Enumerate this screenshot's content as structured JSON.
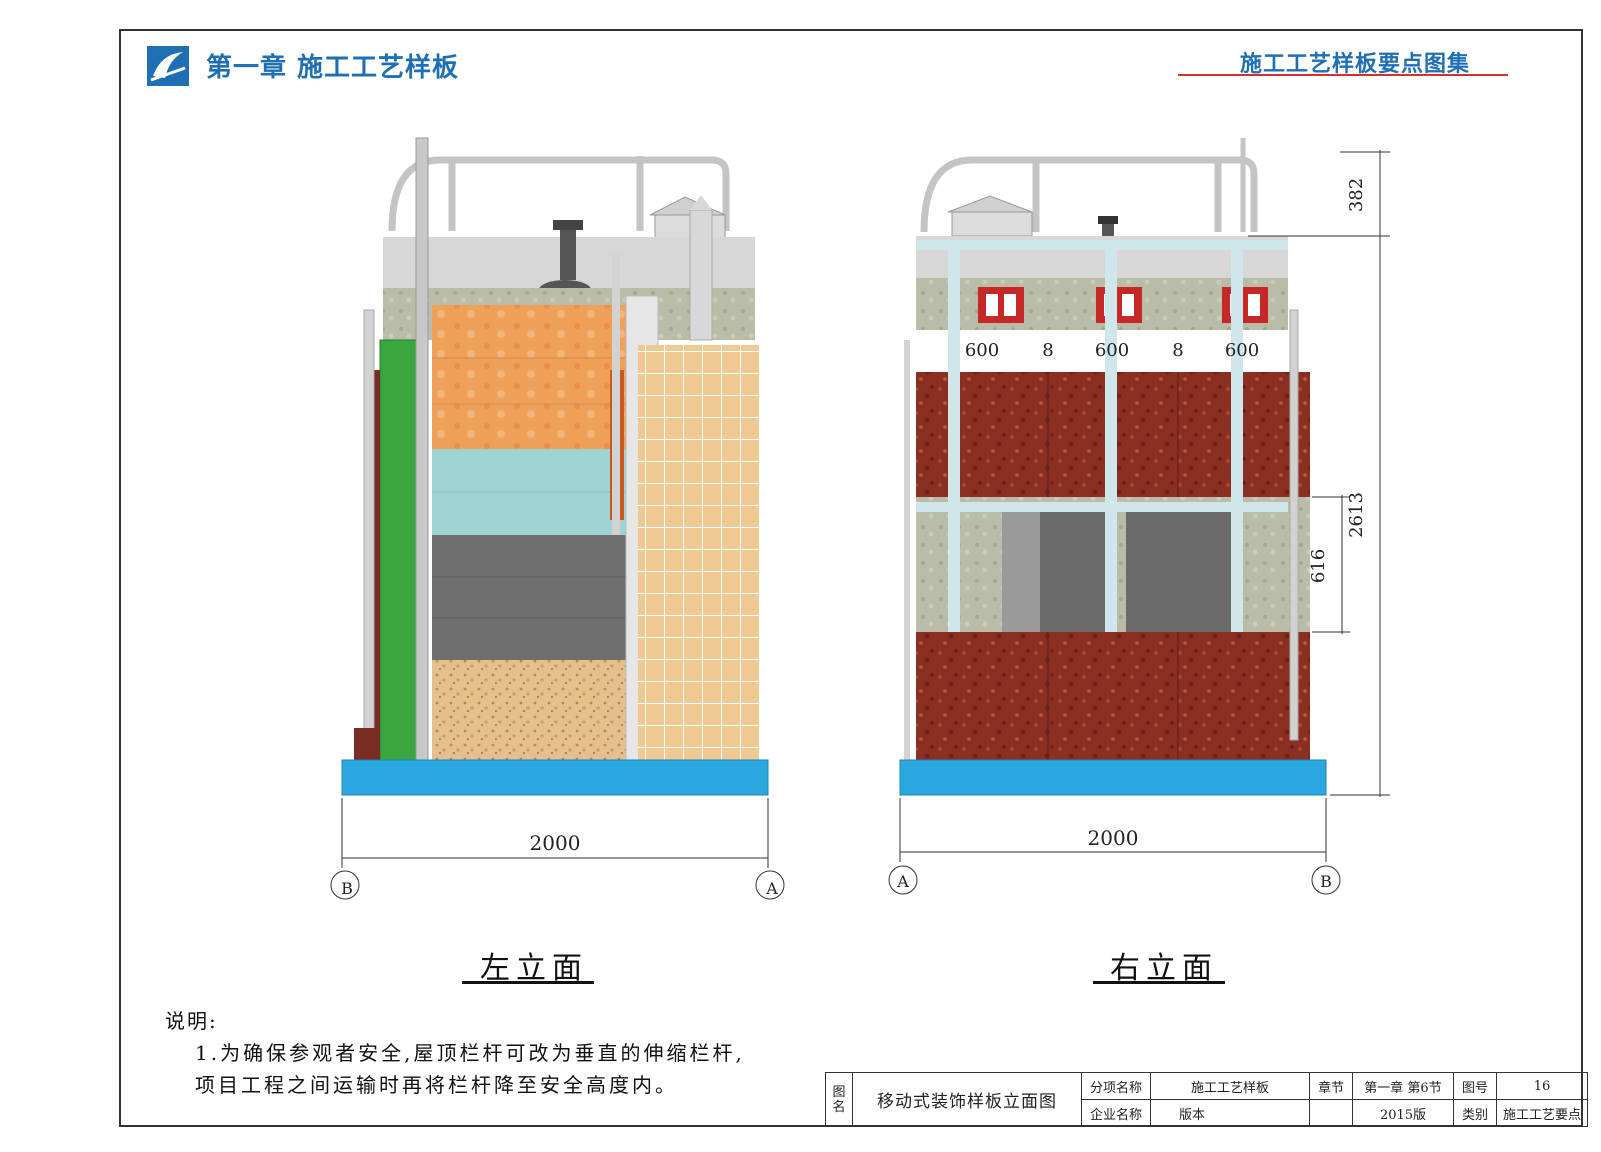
{
  "header": {
    "chapter_title": "第一章 施工工艺样板",
    "atlas_title": "施工工艺样板要点图集"
  },
  "left_elevation": {
    "label": "左立面",
    "width_dim": "2000",
    "axis_left": "B",
    "axis_right": "A"
  },
  "right_elevation": {
    "label": "右立面",
    "width_dim": "2000",
    "axis_left": "A",
    "axis_right": "B",
    "panel_dims": [
      "600",
      "8",
      "600",
      "8",
      "600"
    ],
    "dim_top": "382",
    "dim_total": "2613",
    "dim_gap": "616"
  },
  "notes": {
    "title": "说明:",
    "line1": "1.为确保参观者安全,屋顶栏杆可改为垂直的伸缩栏杆,",
    "line2": "项目工程之间运输时再将栏杆降至安全高度内。"
  },
  "title_block": {
    "name_label": "图名",
    "drawing_name": "移动式装饰样板立面图",
    "item_label": "分项名称",
    "item_value": "施工工艺样板",
    "company_label": "企业名称",
    "company_value": "版本",
    "section_label": "章节",
    "section_value": "第一章 第6节",
    "version_value": "2015版",
    "figno_label": "图号",
    "figno_value": "16",
    "category_label": "类别",
    "category_value": "施工工艺要点"
  },
  "colors": {
    "brand_blue": "#1f6fb5",
    "accent_red": "#d43030",
    "base_blue": "#29a8e0",
    "granite_red": "#8b2f22"
  }
}
